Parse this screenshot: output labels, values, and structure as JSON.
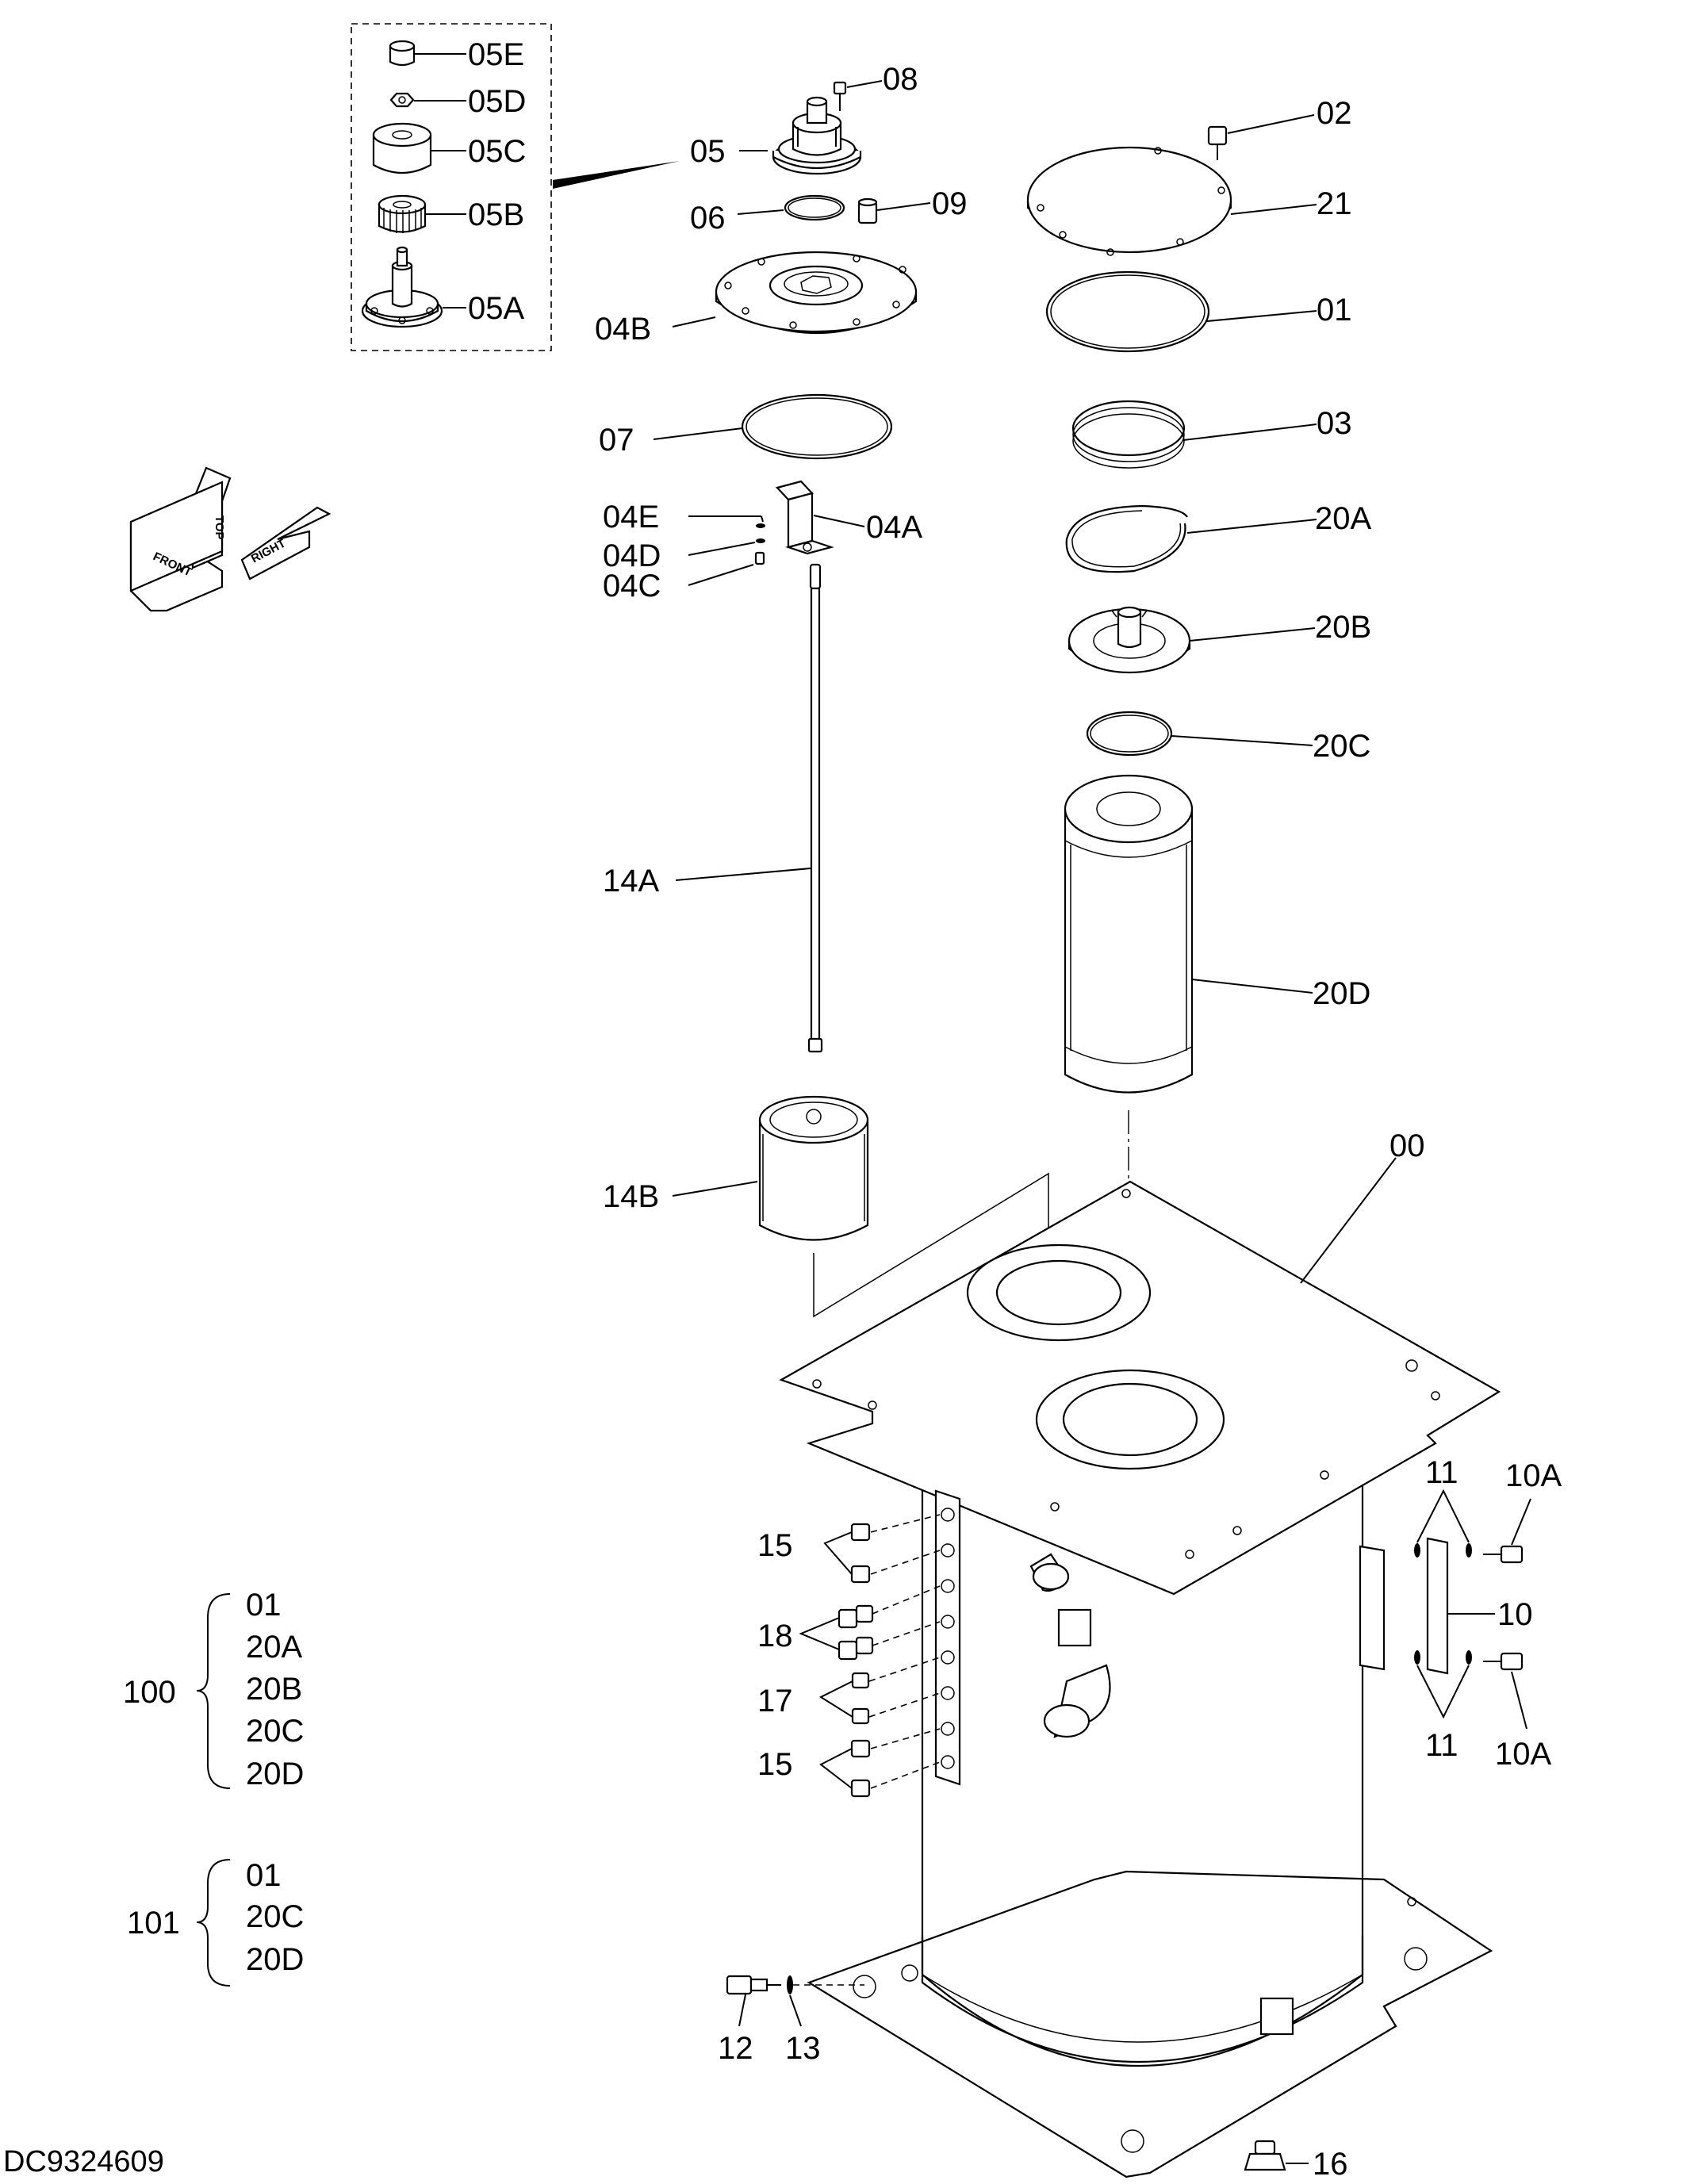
{
  "drawing": {
    "document_id": "DC9324609",
    "orientation_symbol": {
      "front": "FRONT",
      "top": "TOP",
      "right": "RIGHT"
    }
  },
  "callouts": {
    "c05E": "05E",
    "c05D": "05D",
    "c05C": "05C",
    "c05B": "05B",
    "c05A": "05A",
    "c05": "05",
    "c06": "06",
    "c08": "08",
    "c09": "09",
    "c04B": "04B",
    "c07": "07",
    "c04E": "04E",
    "c04D": "04D",
    "c04C": "04C",
    "c04A": "04A",
    "c14A": "14A",
    "c14B": "14B",
    "c02": "02",
    "c21": "21",
    "c01": "01",
    "c03": "03",
    "c20A": "20A",
    "c20B": "20B",
    "c20C": "20C",
    "c20D": "20D",
    "c00": "00",
    "c11_top": "11",
    "c10A_top": "10A",
    "c10": "10",
    "c11_bottom": "11",
    "c10A_bottom": "10A",
    "c15_top": "15",
    "c18": "18",
    "c17": "17",
    "c15_bottom": "15",
    "c12": "12",
    "c13": "13",
    "c16": "16"
  },
  "kits": [
    {
      "number": "100",
      "items": [
        "01",
        "20A",
        "20B",
        "20C",
        "20D"
      ]
    },
    {
      "number": "101",
      "items": [
        "01",
        "20C",
        "20D"
      ]
    }
  ]
}
